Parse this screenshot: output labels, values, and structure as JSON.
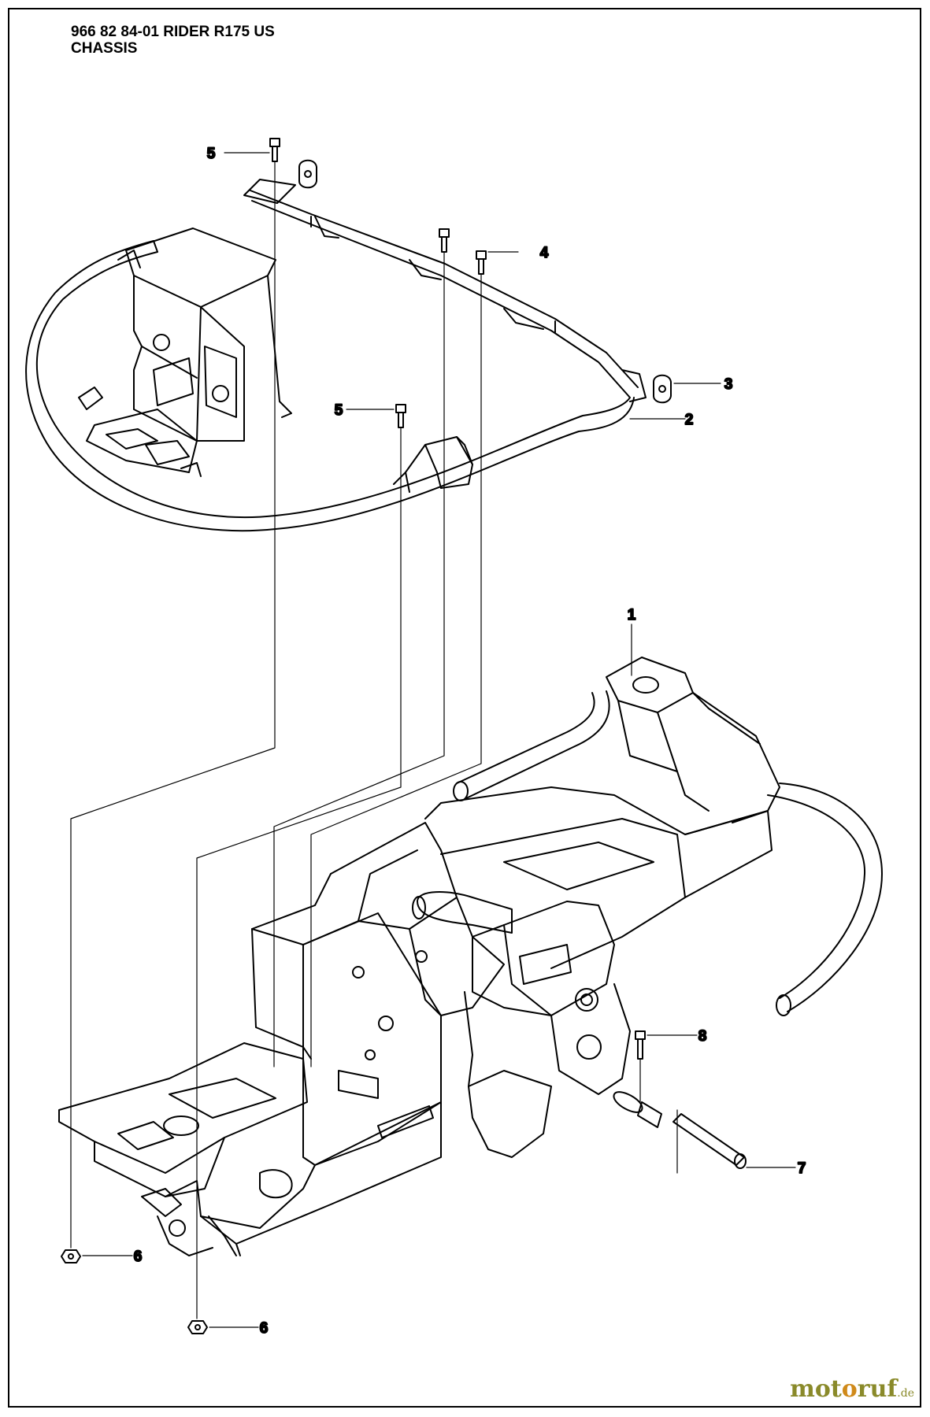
{
  "header": {
    "model_line": "966 82 84-01 RIDER R175 US",
    "section": "CHASSIS"
  },
  "callouts": [
    {
      "id": "c5a",
      "label": "5"
    },
    {
      "id": "c4",
      "label": "4"
    },
    {
      "id": "c3",
      "label": "3"
    },
    {
      "id": "c2",
      "label": "2"
    },
    {
      "id": "c5b",
      "label": "5"
    },
    {
      "id": "c1",
      "label": "1"
    },
    {
      "id": "c8",
      "label": "8"
    },
    {
      "id": "c7",
      "label": "7"
    },
    {
      "id": "c6a",
      "label": "6"
    },
    {
      "id": "c6b",
      "label": "6"
    }
  ],
  "watermark": {
    "brand_start": "mot",
    "brand_o": "o",
    "brand_end": "ruf",
    "tld": ".de"
  }
}
